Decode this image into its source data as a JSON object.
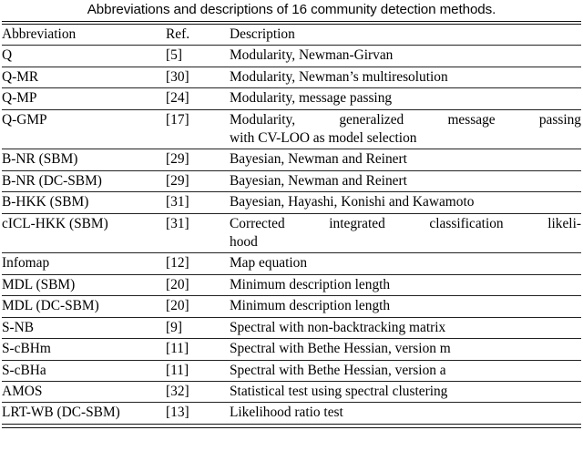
{
  "caption": "Abbreviations and descriptions of 16 community detection methods.",
  "table": {
    "headers": {
      "abbreviation": "Abbreviation",
      "ref": "Ref.",
      "description": "Description"
    },
    "rows": [
      {
        "abbreviation": "Q",
        "ref": "[5]",
        "description": "Modularity, Newman-Girvan",
        "lines": [
          "Modularity, Newman-Girvan"
        ]
      },
      {
        "abbreviation": "Q-MR",
        "ref": "[30]",
        "description": "Modularity, Newman’s multiresolution",
        "lines": [
          "Modularity, Newman’s multiresolution"
        ]
      },
      {
        "abbreviation": "Q-MP",
        "ref": "[24]",
        "description": "Modularity, message passing",
        "lines": [
          "Modularity, message passing"
        ]
      },
      {
        "abbreviation": "Q-GMP",
        "ref": "[17]",
        "description": "Modularity, generalized message passing with CV-LOO as model selection",
        "lines": [
          "Modularity, generalized message passing",
          "with CV-LOO as model selection"
        ]
      },
      {
        "abbreviation": "B-NR (SBM)",
        "ref": "[29]",
        "description": "Bayesian, Newman and Reinert",
        "lines": [
          "Bayesian, Newman and Reinert"
        ]
      },
      {
        "abbreviation": "B-NR (DC-SBM)",
        "ref": "[29]",
        "description": "Bayesian, Newman and Reinert",
        "lines": [
          "Bayesian, Newman and Reinert"
        ]
      },
      {
        "abbreviation": "B-HKK (SBM)",
        "ref": "[31]",
        "description": "Bayesian, Hayashi, Konishi and Kawamoto",
        "lines": [
          "Bayesian, Hayashi, Konishi and Kawamoto"
        ]
      },
      {
        "abbreviation": "cICL-HKK (SBM)",
        "ref": "[31]",
        "description": "Corrected integrated classification likelihood",
        "lines": [
          "Corrected integrated classification likeli-",
          "hood"
        ]
      },
      {
        "abbreviation": "Infomap",
        "ref": "[12]",
        "description": "Map equation",
        "lines": [
          "Map equation"
        ]
      },
      {
        "abbreviation": "MDL (SBM)",
        "ref": "[20]",
        "description": "Minimum description length",
        "lines": [
          "Minimum description length"
        ]
      },
      {
        "abbreviation": "MDL (DC-SBM)",
        "ref": "[20]",
        "description": "Minimum description length",
        "lines": [
          "Minimum description length"
        ]
      },
      {
        "abbreviation": "S-NB",
        "ref": "[9]",
        "description": "Spectral with non-backtracking matrix",
        "lines": [
          "Spectral with non-backtracking matrix"
        ]
      },
      {
        "abbreviation": "S-cBHm",
        "ref": "[11]",
        "description": "Spectral with Bethe Hessian, version m",
        "lines": [
          "Spectral with Bethe Hessian, version m"
        ]
      },
      {
        "abbreviation": "S-cBHa",
        "ref": "[11]",
        "description": "Spectral with Bethe Hessian, version a",
        "lines": [
          "Spectral with Bethe Hessian, version a"
        ]
      },
      {
        "abbreviation": "AMOS",
        "ref": "[32]",
        "description": "Statistical test using spectral clustering",
        "lines": [
          "Statistical test using spectral clustering"
        ]
      },
      {
        "abbreviation": "LRT-WB (DC-SBM)",
        "ref": "[13]",
        "description": "Likelihood ratio test",
        "lines": [
          "Likelihood ratio test"
        ]
      }
    ]
  }
}
